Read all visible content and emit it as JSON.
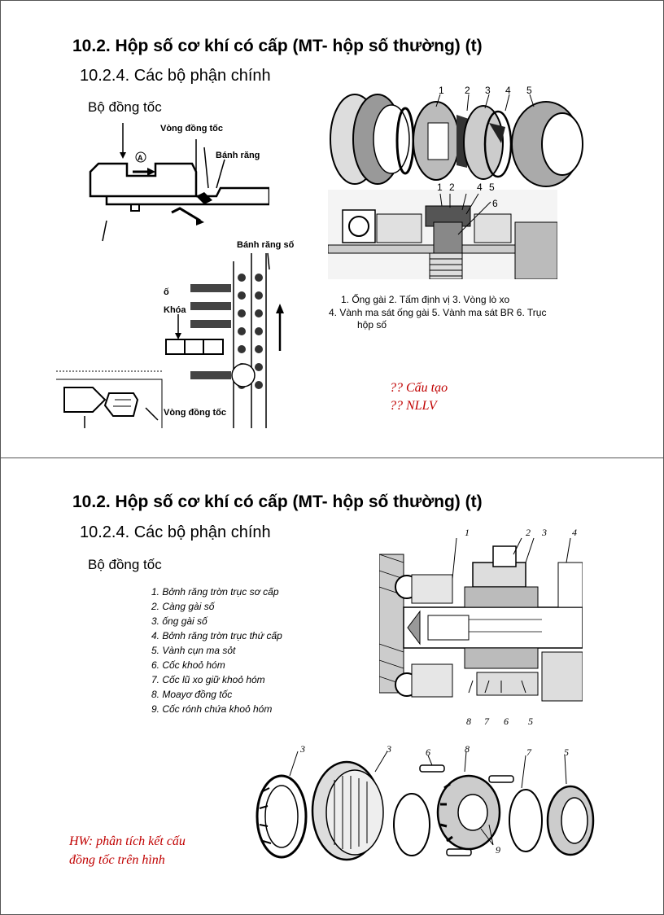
{
  "slide1": {
    "title": "10.2. Hộp số cơ khí có cấp (MT- hộp số thường) (t)",
    "subtitle": "10.2.4. Các bộ phận chính",
    "section": "Bộ đồng tốc",
    "diagram_top": {
      "label_ring": "Vòng đồng tốc",
      "label_gear": "Bánh răng",
      "marker": "A"
    },
    "diagram_bottom": {
      "label_gear": "Bánh răng số",
      "label_o": "ố",
      "label_lock": "Khóa",
      "label_ring": "Vòng đồng tốc"
    },
    "exploded_numbers": [
      "1",
      "2",
      "3",
      "4",
      "5"
    ],
    "section_numbers": [
      "1",
      "2",
      "4",
      "5",
      "6"
    ],
    "caption_line1": "1.      Ống gài        2. Tấm định vị          3. Vòng lò xo",
    "caption_line2": "4. Vành ma sát ống gài     5. Vành ma sát BR     6. Trục",
    "caption_line3": "hộp số",
    "red_notes": [
      "?? Cấu tạo",
      "?? NLLV"
    ]
  },
  "slide2": {
    "title": "10.2. Hộp số cơ khí có cấp (MT- hộp số thường) (t)",
    "subtitle": "10.2.4. Các bộ phận chính",
    "section": "Bộ đồng tốc",
    "parts": [
      "1. Bởnh răng trờn trục sơ cấp",
      "2. Càng gài số",
      "3. ống gài số",
      "4. Bởnh răng trờn trục thứ cấp",
      "5. Vành cụn ma sỏt",
      "6. Cốc khoỏ hóm",
      "7. Cốc lũ xo giữ khoỏ hóm",
      "8. Moayơ đồng tốc",
      "9. Cốc rónh chứa khoỏ hóm"
    ],
    "section_numbers_top": [
      "1",
      "2",
      "3",
      "4"
    ],
    "section_numbers_bottom": [
      "8",
      "7",
      "6",
      "5"
    ],
    "exploded_numbers": [
      "3",
      "3",
      "6",
      "8",
      "7",
      "5",
      "9"
    ],
    "hw_line1": "HW: phân tích kết cấu",
    "hw_line2": "đồng tốc trên hình"
  }
}
